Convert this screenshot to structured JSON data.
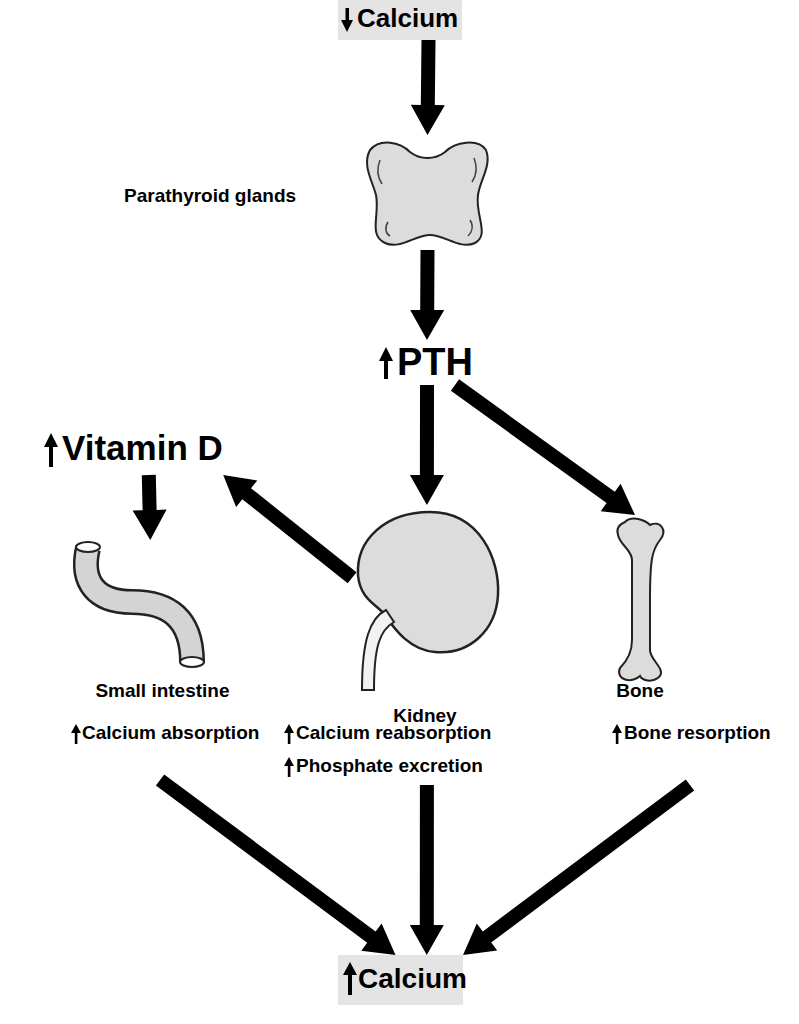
{
  "diagram": {
    "nodes": [
      {
        "text": [
          "Calcium"
        ]
      },
      {
        "text": [
          "Parathyroid glands"
        ]
      },
      {
        "text": [
          "PTH"
        ]
      },
      {
        "text": [
          "Vitamin D"
        ]
      },
      {
        "text": [
          "Small intestine",
          "Calcium absorption"
        ]
      },
      {
        "text": [
          "Kidney",
          "Calcium reabsorption",
          "Phosphate excretion"
        ]
      },
      {
        "text": [
          "Bone",
          "Bone resorption"
        ]
      },
      {
        "text": [
          "Calcium"
        ]
      }
    ],
    "edges": [
      {
        "from": 0,
        "to": 1,
        "arrow": "to"
      },
      {
        "from": 1,
        "to": 2,
        "arrow": "to"
      },
      {
        "from": 2,
        "to": 5,
        "arrow": "to"
      },
      {
        "from": 2,
        "to": 6,
        "arrow": "to"
      },
      {
        "from": 5,
        "to": 3,
        "arrow": "to"
      },
      {
        "from": 3,
        "to": 4,
        "arrow": "to"
      },
      {
        "from": 4,
        "to": 7,
        "arrow": "to"
      },
      {
        "from": 5,
        "to": 7,
        "arrow": "to"
      },
      {
        "from": 6,
        "to": 7,
        "arrow": "to"
      }
    ]
  }
}
